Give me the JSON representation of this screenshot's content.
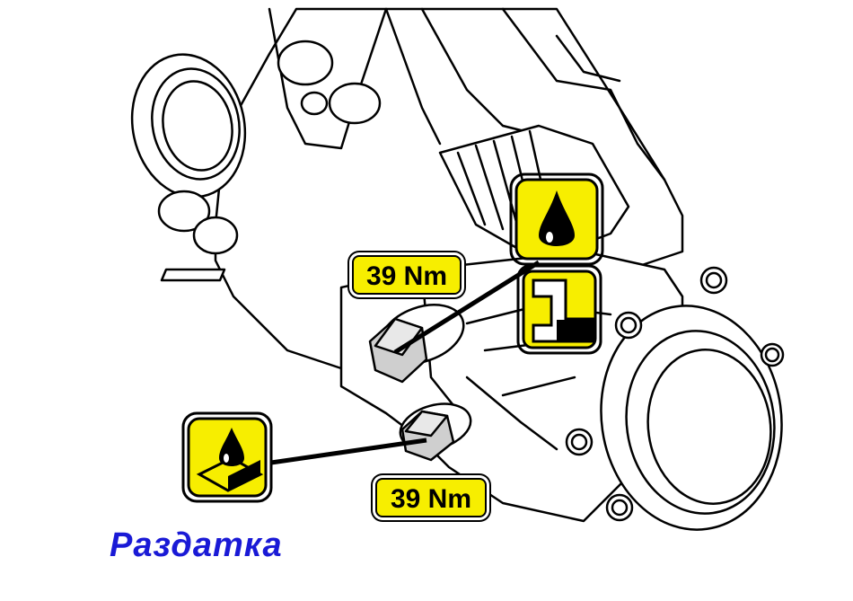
{
  "labels": {
    "torque_top": "39 Nm",
    "torque_bottom": "39 Nm",
    "caption": "Раздатка"
  },
  "icons": {
    "fill_plug": "oil-drop-icon",
    "level": "oil-level-icon",
    "drain_plug": "oil-drain-icon"
  },
  "colors": {
    "label_fill": "#f7ee00",
    "caption_text": "#1a1ad6",
    "line_art": "#000000"
  }
}
